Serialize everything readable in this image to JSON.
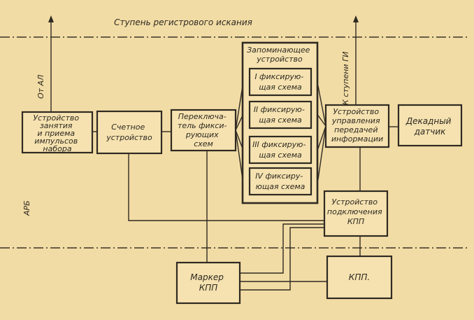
{
  "diagram": {
    "title": "Ступень регистрового искания",
    "side_labels": {
      "from_al": "От АЛ",
      "to_gi": "К ступени ГИ",
      "arb": "АРБ"
    },
    "boxes": {
      "occupy": [
        "Устройство",
        "занятия",
        "и приема",
        "импульсов",
        "набора"
      ],
      "counter": [
        "Счетное",
        "устройство"
      ],
      "switch": [
        "Переключа-",
        "тель фикси-",
        "рующих",
        "схем"
      ],
      "memory": [
        "Запоминающее",
        "устройство"
      ],
      "fix1": [
        "I фиксирую-",
        "щая схема"
      ],
      "fix2": [
        "II фиксирую-",
        "щая схема"
      ],
      "fix3": [
        "III фиксирую-",
        "щая схема"
      ],
      "fix4": [
        "IV фиксиру-",
        "ющая схема"
      ],
      "control": [
        "Устройство",
        "управления",
        "передачей",
        "информации"
      ],
      "decade": [
        "Декадный",
        "датчик"
      ],
      "connect_kpp": [
        "Устройство",
        "подключения",
        "КПП"
      ],
      "marker_kpp": [
        "Маркер",
        "КПП"
      ],
      "kpp": [
        "КПП."
      ]
    }
  }
}
